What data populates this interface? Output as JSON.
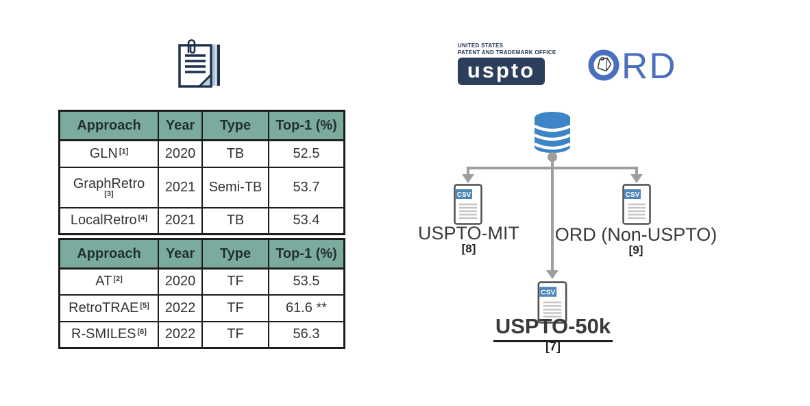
{
  "logos": {
    "uspto": {
      "line1": "UNITED STATES",
      "line2": "PATENT AND TRADEMARK OFFICE",
      "wordmark": "uspto"
    },
    "ord": {
      "wordmark": "ORD",
      "wordmark_rd": "RD"
    }
  },
  "tables": [
    {
      "headers": [
        "Approach",
        "Year",
        "Type",
        "Top-1 (%)"
      ],
      "rows": [
        {
          "approach": "GLN",
          "ref": "[1]",
          "year": "2020",
          "type": "TB",
          "top1": "52.5"
        },
        {
          "approach": "GraphRetro",
          "ref": "[3]",
          "year": "2021",
          "type": "Semi-TB",
          "top1": "53.7"
        },
        {
          "approach": "LocalRetro",
          "ref": "[4]",
          "year": "2021",
          "type": "TB",
          "top1": "53.4"
        }
      ]
    },
    {
      "headers": [
        "Approach",
        "Year",
        "Type",
        "Top-1 (%)"
      ],
      "rows": [
        {
          "approach": "AT",
          "ref": "[2]",
          "year": "2020",
          "type": "TF",
          "top1": "53.5"
        },
        {
          "approach": "RetroTRAE",
          "ref": "[5]",
          "year": "2022",
          "type": "TF",
          "top1": "61.6 **"
        },
        {
          "approach": "R-SMILES",
          "ref": "[6]",
          "year": "2022",
          "type": "TF",
          "top1": "56.3"
        }
      ]
    }
  ],
  "diagram": {
    "csv_label": "CSV",
    "nodes": [
      {
        "label": "USPTO-MIT",
        "ref": "[8]"
      },
      {
        "label": "ORD (Non-USPTO)",
        "ref": "[9]"
      },
      {
        "label": "USPTO-50k",
        "ref": "[7]"
      }
    ]
  },
  "colors": {
    "table_header_bg": "#7bab9e",
    "table_border": "#1c1c1c",
    "database_blue": "#3d85c6",
    "csv_tag_blue": "#4e86ba",
    "connector_gray": "#9e9e9e",
    "uspto_navy": "#2d3e5c",
    "ord_blue": "#4a6fbd",
    "icon_navy": "#1f2f4e",
    "icon_light_blue": "#b5d2d8"
  }
}
